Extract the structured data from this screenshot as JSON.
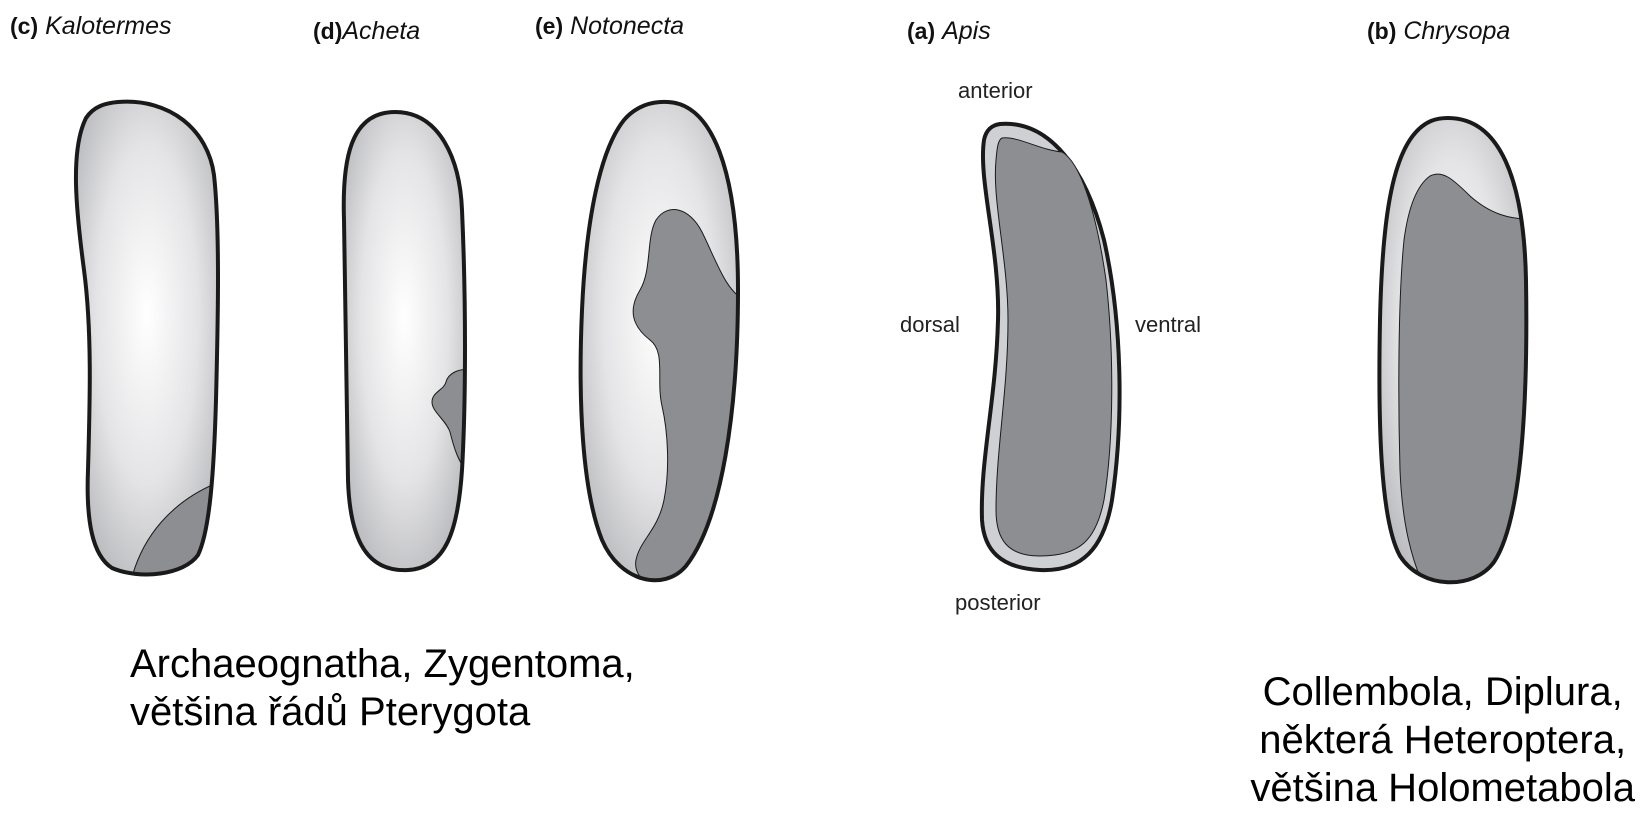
{
  "figure": {
    "panels": [
      {
        "tag": "(c)",
        "genus": "Kalotermes"
      },
      {
        "tag": "(d)",
        "genus": "Acheta"
      },
      {
        "tag": "(e)",
        "genus": "Notonecta"
      },
      {
        "tag": "(a)",
        "genus": "Apis"
      },
      {
        "tag": "(b)",
        "genus": "Chrysopa"
      }
    ],
    "orientation": {
      "anterior": "anterior",
      "posterior": "posterior",
      "dorsal": "dorsal",
      "ventral": "ventral"
    },
    "captions": {
      "left": [
        "Archaeognatha, Zygentoma,",
        "většina řádů Pterygota"
      ],
      "right": [
        "Collembola, Diplura,",
        "některá Heteroptera,",
        "většina Holometabola"
      ]
    },
    "colors": {
      "egg_light": "#e4e4e6",
      "germ_band_dark": "#8c8e92",
      "outline": "#1a1a1a"
    }
  }
}
